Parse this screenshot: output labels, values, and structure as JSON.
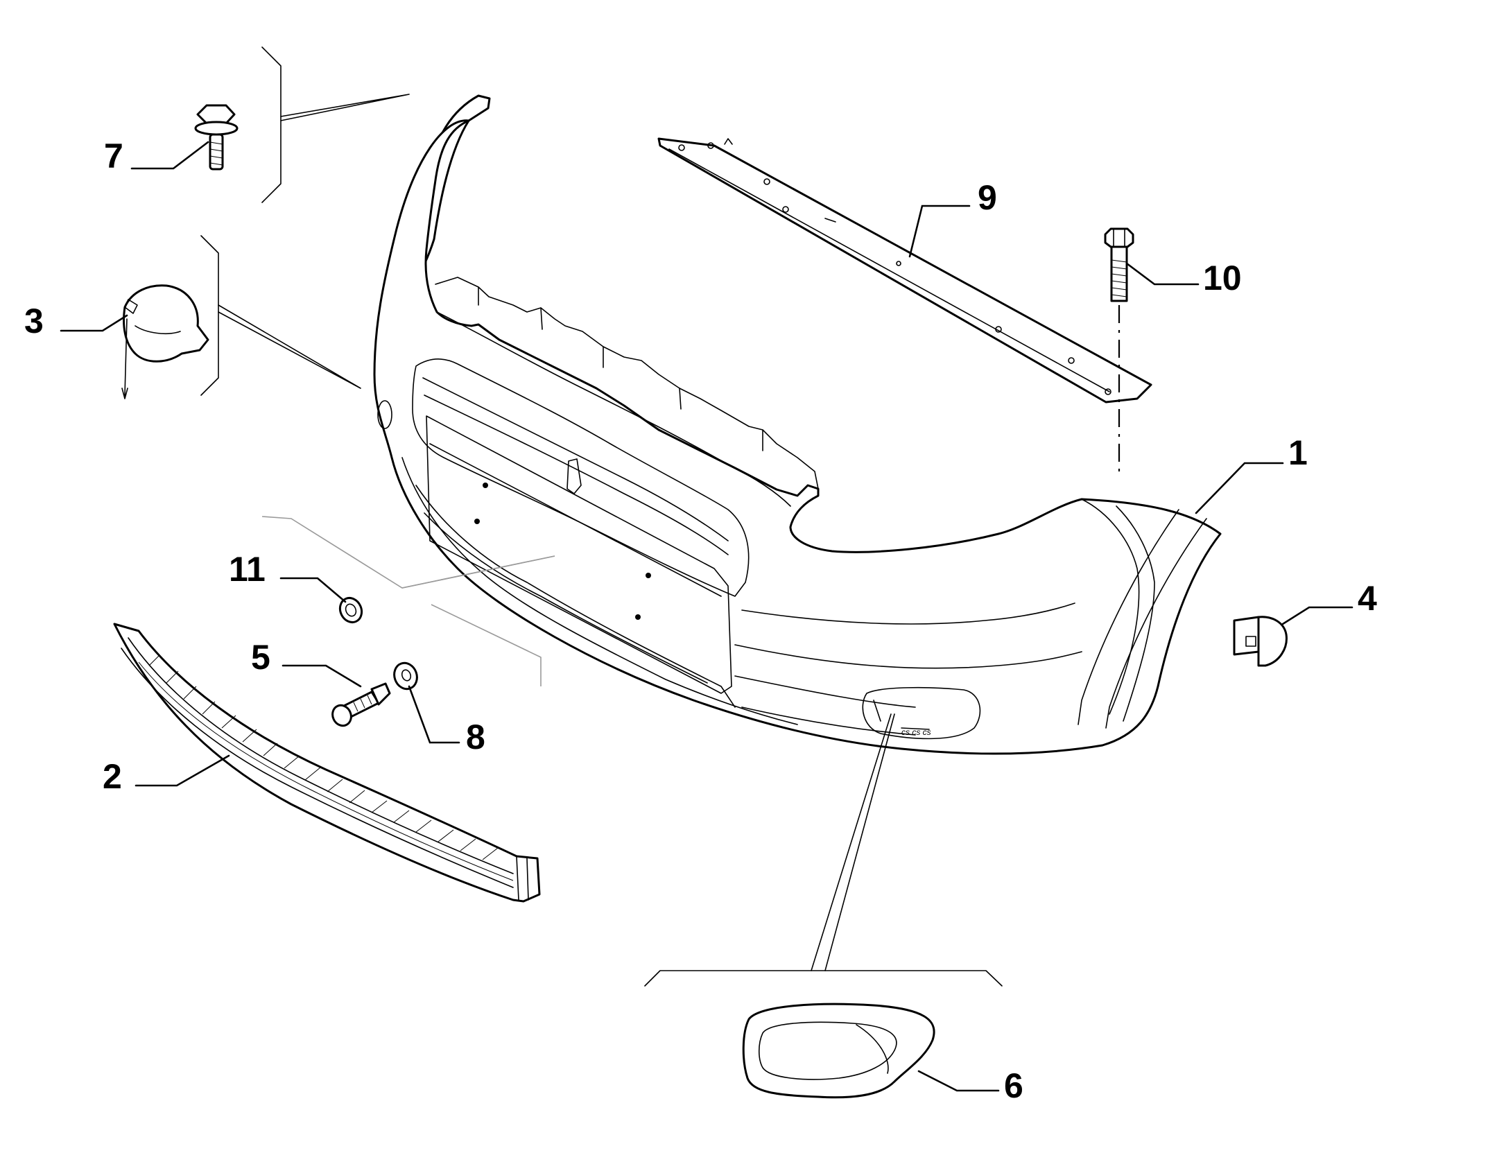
{
  "diagram": {
    "type": "exploded-parts-view",
    "callouts": [
      {
        "id": "1",
        "label": "1"
      },
      {
        "id": "2",
        "label": "2"
      },
      {
        "id": "3",
        "label": "3"
      },
      {
        "id": "4",
        "label": "4"
      },
      {
        "id": "5",
        "label": "5"
      },
      {
        "id": "6",
        "label": "6"
      },
      {
        "id": "7",
        "label": "7"
      },
      {
        "id": "8",
        "label": "8"
      },
      {
        "id": "9",
        "label": "9"
      },
      {
        "id": "10",
        "label": "10"
      },
      {
        "id": "11",
        "label": "11"
      }
    ]
  }
}
